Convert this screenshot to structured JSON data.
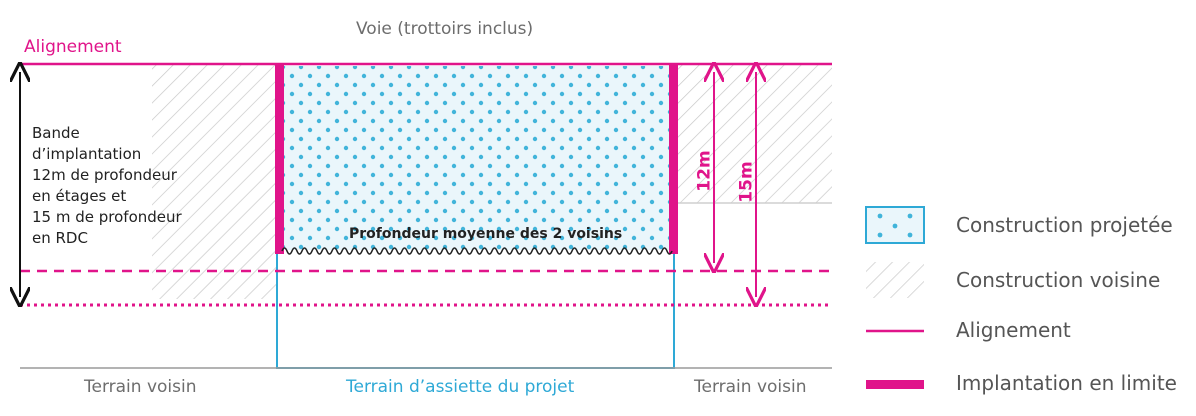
{
  "labels": {
    "voie": "Voie (trottoirs inclus)",
    "alignement": "Alignement",
    "bande_lines": [
      "Bande",
      "d’implantation",
      "12m de profondeur",
      "en étages et",
      "15 m de profondeur",
      "en RDC"
    ],
    "profondeur_moyenne": "Profondeur moyenne des 2 voisins",
    "dim_12": "12m",
    "dim_15": "15m",
    "terrain_voisin_left": "Terrain voisin",
    "terrain_assiette": "Terrain d’assiette du projet",
    "terrain_voisin_right": "Terrain voisin"
  },
  "legend": [
    {
      "key": "construction-projetee",
      "label": "Construction projetée"
    },
    {
      "key": "construction-voisine",
      "label": "Construction voisine"
    },
    {
      "key": "alignement",
      "label": "Alignement"
    },
    {
      "key": "implantation-limite",
      "label": "Implantation en limite"
    }
  ],
  "colors": {
    "magenta": "#e0148a",
    "blue": "#2ea9d6",
    "dots": "#41b4da",
    "fill": "#eaf6fb",
    "hatch": "#c8c8c8",
    "ground": "#9a9a9a",
    "text_grey": "#6d6d6d"
  }
}
